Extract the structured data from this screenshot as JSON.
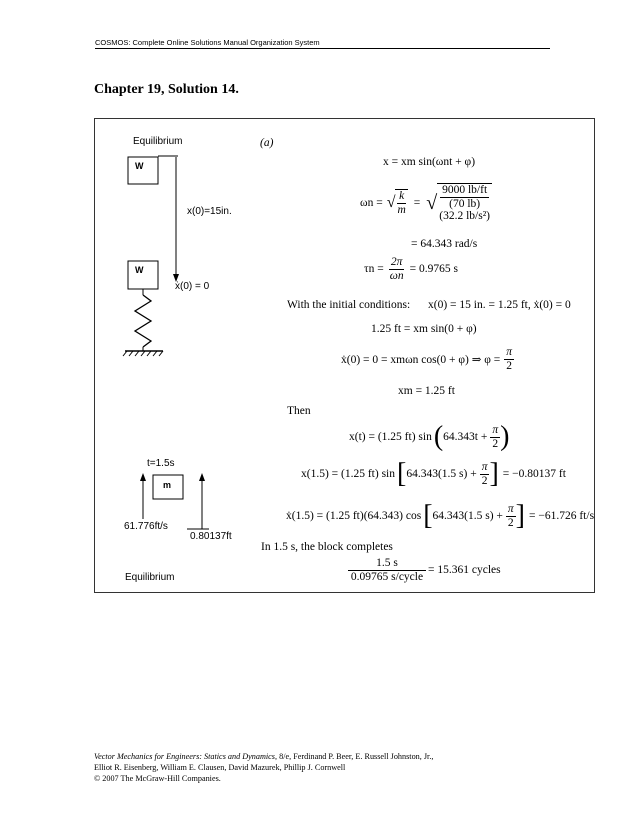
{
  "header": {
    "text": "COSMOS: Complete Online Solutions Manual Organization System"
  },
  "title": "Chapter 19, Solution 14.",
  "figure": {
    "top_label": "Equilibrium",
    "block_top": "W",
    "x0_label": "x(0)=15in.",
    "block_mid": "W",
    "xdot0_label": "ẋ(0) = 0",
    "t_label": "t=1.5s",
    "block_bottom": "m",
    "velocity_label": "61.776ft/s",
    "disp_label": "0.80137ft",
    "bottom_label": "Equilibrium"
  },
  "solution": {
    "part": "(a)",
    "eq1": "x = xm sin(ωnt + φ)",
    "omega_lhs": "ωn =",
    "omega_k": "k",
    "omega_m": "m",
    "omega_num": "9000 lb/ft",
    "omega_den1": "(70 lb)",
    "omega_den2": "(32.2 lb/s²)",
    "omega_val": "= 64.343 rad/s",
    "tau_lhs": "τn =",
    "tau_num": "2π",
    "tau_den": "ωn",
    "tau_val": "= 0.9765 s",
    "init_text": "With the initial conditions:",
    "init_vals": "x(0) = 15 in. = 1.25 ft, ẋ(0) = 0",
    "eq_ft": "1.25 ft = xm sin(0 + φ)",
    "eq_phi": "ẋ(0) = 0 = xmωn cos(0 + φ) ⇒ φ =",
    "phi_num": "π",
    "phi_den": "2",
    "xm_val": "xm = 1.25 ft",
    "then": "Then",
    "xt": "x(t) = (1.25 ft) sin",
    "xt_arg": "64.343t +",
    "x15": "x(1.5) = (1.25 ft) sin",
    "x15_arg": "64.343(1.5 s) +",
    "x15_val": "= −0.80137 ft",
    "v15": "ẋ(1.5) = (1.25 ft)(64.343) cos",
    "v15_arg": "64.343(1.5 s) +",
    "v15_val": "= −61.726 ft/s",
    "cycles_text": "In 1.5 s, the block completes",
    "cyc_num": "1.5 s",
    "cyc_den": "0.09765 s/cycle",
    "cyc_val": "= 15.361 cycles"
  },
  "footer": {
    "line1_italic": "Vector Mechanics for Engineers: Statics and Dynamics",
    "line1_rest": ", 8/e, Ferdinand P. Beer, E. Russell Johnston, Jr.,",
    "line2": "Elliot R. Eisenberg, William E. Clausen, David Mazurek, Phillip J. Cornwell",
    "line3": "© 2007 The McGraw-Hill Companies."
  }
}
